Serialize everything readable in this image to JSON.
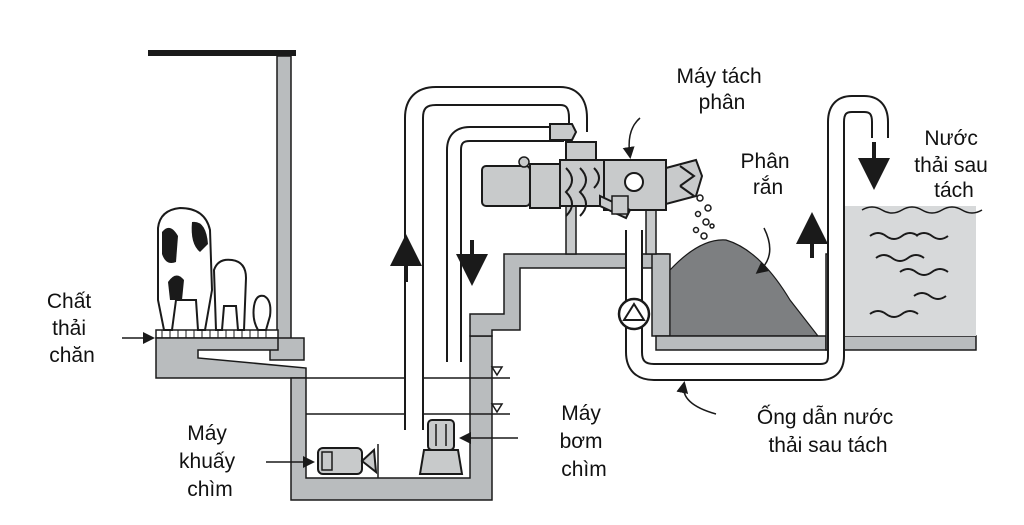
{
  "labels": {
    "separator": [
      "Máy tách",
      "phân"
    ],
    "solid": [
      "Phân",
      "rắn"
    ],
    "treated_water": [
      "Nước",
      "thải sau",
      "tách"
    ],
    "barn_waste": [
      "Chất",
      "thải",
      "chăn"
    ],
    "mixer": [
      "Máy",
      "khuấy",
      "chìm"
    ],
    "pump": [
      "Máy",
      "bơm",
      "chìm"
    ],
    "pipe": [
      "Ống dẫn nước",
      "thải sau tách"
    ]
  },
  "colors": {
    "wall": "#b9bcbe",
    "outline": "#1a1a1a",
    "pile": "#7d7f81",
    "water": "#d7d9da",
    "machine": "#c8cacb"
  },
  "icons": [
    "cow-icon",
    "calf-icon",
    "chicken-icon",
    "mixer-icon",
    "pump-icon",
    "centrifugal-pump-icon",
    "screw-separator-icon"
  ]
}
